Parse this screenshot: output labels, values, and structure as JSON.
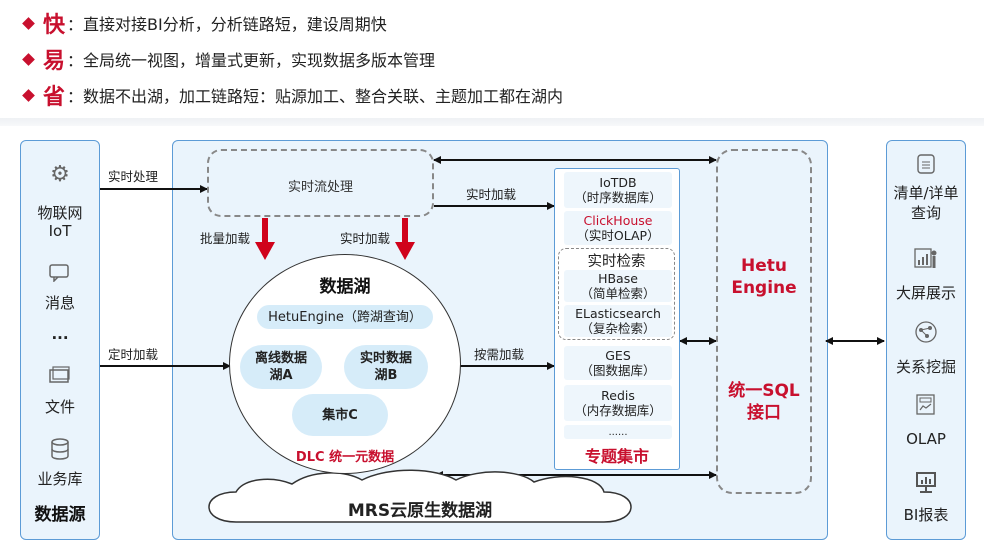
{
  "bullets": [
    {
      "key": "快",
      "text": "：直接对接BI分析，分析链路短，建设周期快"
    },
    {
      "key": "易",
      "text": "：全局统一视图，增量式更新，实现数据多版本管理"
    },
    {
      "key": "省",
      "text": "：数据不出湖，加工链路短：贴源加工、整合关联、主题加工都在湖内"
    }
  ],
  "sources": {
    "items": [
      {
        "label": "物联网",
        "label2": "IoT",
        "icon": "robot-arm-icon"
      },
      {
        "label": "消息",
        "icon": "message-icon"
      },
      {
        "label": "...",
        "icon": ""
      },
      {
        "label": "文件",
        "icon": "file-icon"
      },
      {
        "label": "业务库",
        "icon": "database-icon"
      }
    ],
    "title": "数据源"
  },
  "arrows": {
    "realtime_process": "实时处理",
    "scheduled_load": "定时加载",
    "batch_load": "批量加载",
    "realtime_load_down": "实时加载",
    "realtime_load_right": "实时加载",
    "on_demand_load": "按需加载"
  },
  "stream": {
    "label": "实时流处理"
  },
  "lake": {
    "title": "数据湖",
    "hetu": "HetuEngine（跨湖查询）",
    "offline": "离线数据湖A",
    "realtime": "实时数据湖B",
    "mart": "集市C",
    "dlc": "DLC 统一元数据"
  },
  "marts": {
    "title": "专题集市",
    "iotdb": {
      "name": "IoTDB",
      "desc": "（时序数据库）"
    },
    "clickhouse": {
      "name": "ClickHouse",
      "desc": "（实时OLAP）"
    },
    "search_title": "实时检索",
    "hbase": {
      "name": "HBase",
      "desc": "（简单检索）"
    },
    "es": {
      "name": "ELasticsearch",
      "desc": "（复杂检索）"
    },
    "ges": {
      "name": "GES",
      "desc": "（图数据库）"
    },
    "redis": {
      "name": "Redis",
      "desc": "（内存数据库）"
    },
    "more": "......"
  },
  "engine": {
    "name1": "Hetu",
    "name2": "Engine",
    "sql1": "统一SQL",
    "sql2": "接口"
  },
  "cloud": {
    "label": "MRS云原生数据湖"
  },
  "apps": [
    {
      "label": "清单/详单",
      "label2": "查询",
      "icon": "list-icon"
    },
    {
      "label": "大屏展示",
      "icon": "screen-icon"
    },
    {
      "label": "关系挖掘",
      "icon": "graph-icon"
    },
    {
      "label": "OLAP",
      "icon": "olap-icon"
    },
    {
      "label": "BI报表",
      "icon": "report-icon"
    }
  ],
  "colors": {
    "accent": "#c8102e",
    "panel_border": "#5c9bd6",
    "panel_bg": "#eaf4fc"
  }
}
